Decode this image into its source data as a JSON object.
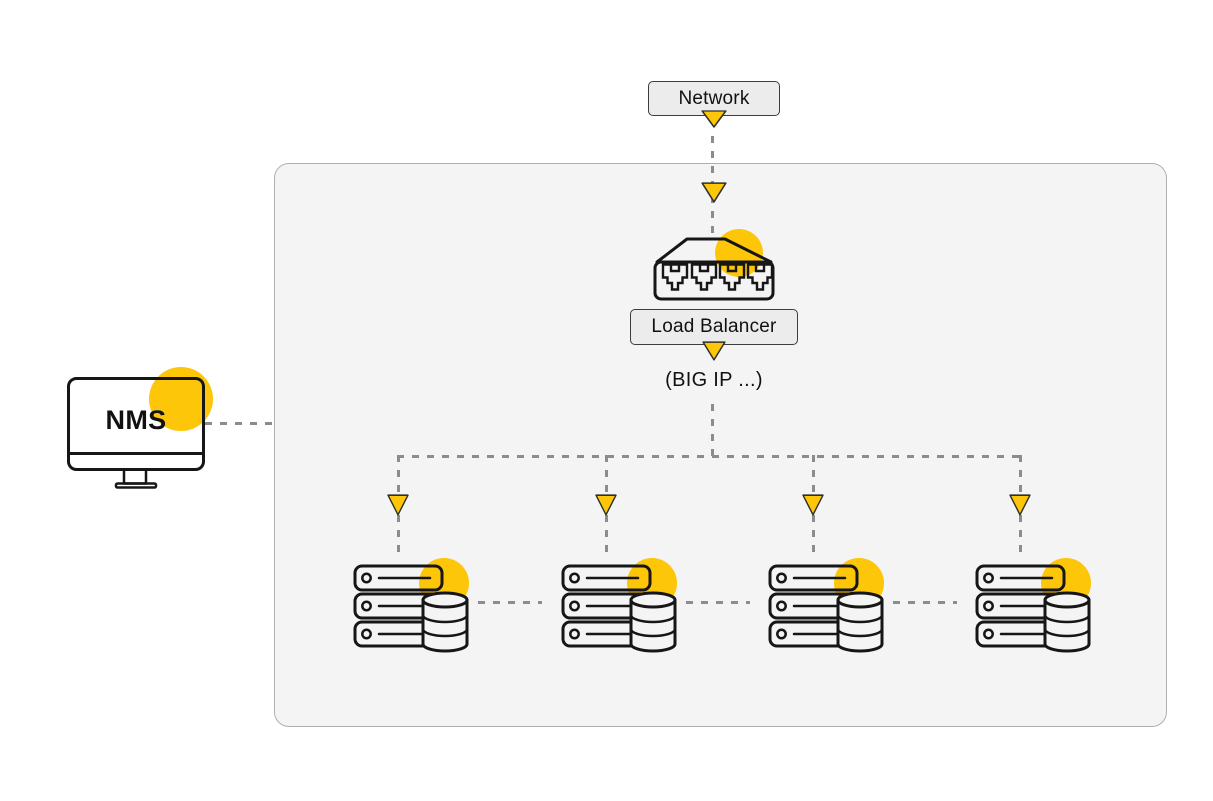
{
  "colors": {
    "page_bg": "#FFFFFF",
    "accent_yellow": "#FDC608",
    "line_gray": "#8C8C8C",
    "container_fill": "#F4F4F4",
    "container_border": "#B0B0B0",
    "box_fill": "#ECECEC",
    "box_border": "#3D3D3D",
    "icon_stroke": "#161616",
    "text_color": "#111111"
  },
  "diagram": {
    "network": {
      "label": "Network"
    },
    "load_balancer": {
      "label": "Load Balancer",
      "subtitle": "(BIG IP ...)",
      "icon": "switch-4-port-icon"
    },
    "nms": {
      "label": "NMS",
      "icon": "desktop-monitor-icon"
    },
    "servers": {
      "count": 4,
      "icon": "server-stack-database-icon"
    },
    "connections": [
      {
        "from": "network",
        "to": "load-balancer",
        "style": "dashed-arrow"
      },
      {
        "from": "load-balancer",
        "to": "server-1",
        "style": "dashed-arrow"
      },
      {
        "from": "load-balancer",
        "to": "server-2",
        "style": "dashed-arrow"
      },
      {
        "from": "load-balancer",
        "to": "server-3",
        "style": "dashed-arrow"
      },
      {
        "from": "load-balancer",
        "to": "server-4",
        "style": "dashed-arrow"
      },
      {
        "from": "server-1",
        "to": "server-2",
        "style": "dashed"
      },
      {
        "from": "server-2",
        "to": "server-3",
        "style": "dashed"
      },
      {
        "from": "server-3",
        "to": "server-4",
        "style": "dashed"
      },
      {
        "from": "nms",
        "to": "server-cluster",
        "style": "dashed"
      }
    ]
  }
}
